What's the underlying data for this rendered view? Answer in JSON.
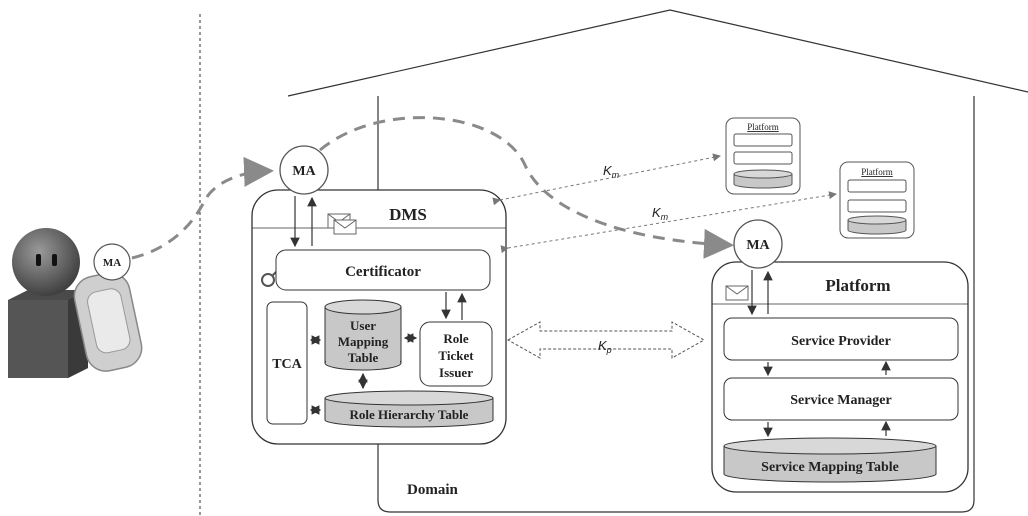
{
  "user_device": {
    "ma_label": "MA"
  },
  "dms": {
    "title": "DMS",
    "ma_label": "MA",
    "certificator": "Certificator",
    "tca": "TCA",
    "user_mapping_table": [
      "User",
      "Mapping",
      "Table"
    ],
    "role_ticket_issuer": [
      "Role",
      "Ticket",
      "Issuer"
    ],
    "role_hierarchy_table": "Role Hierarchy Table"
  },
  "platform": {
    "title": "Platform",
    "ma_label": "MA",
    "service_provider": "Service Provider",
    "service_manager": "Service Manager",
    "service_mapping_table": "Service Mapping Table"
  },
  "remote_platforms": [
    {
      "label": "Platform"
    },
    {
      "label": "Platform"
    }
  ],
  "domain_label": "Domain",
  "keys": {
    "km_1": "K",
    "km_2": "K",
    "kp": "K",
    "km_sub": "m",
    "kp_sub": "p"
  },
  "colors": {
    "db_fill": "#c8c8c8",
    "dashed_path": "#8a8a8a",
    "line": "#333333"
  }
}
